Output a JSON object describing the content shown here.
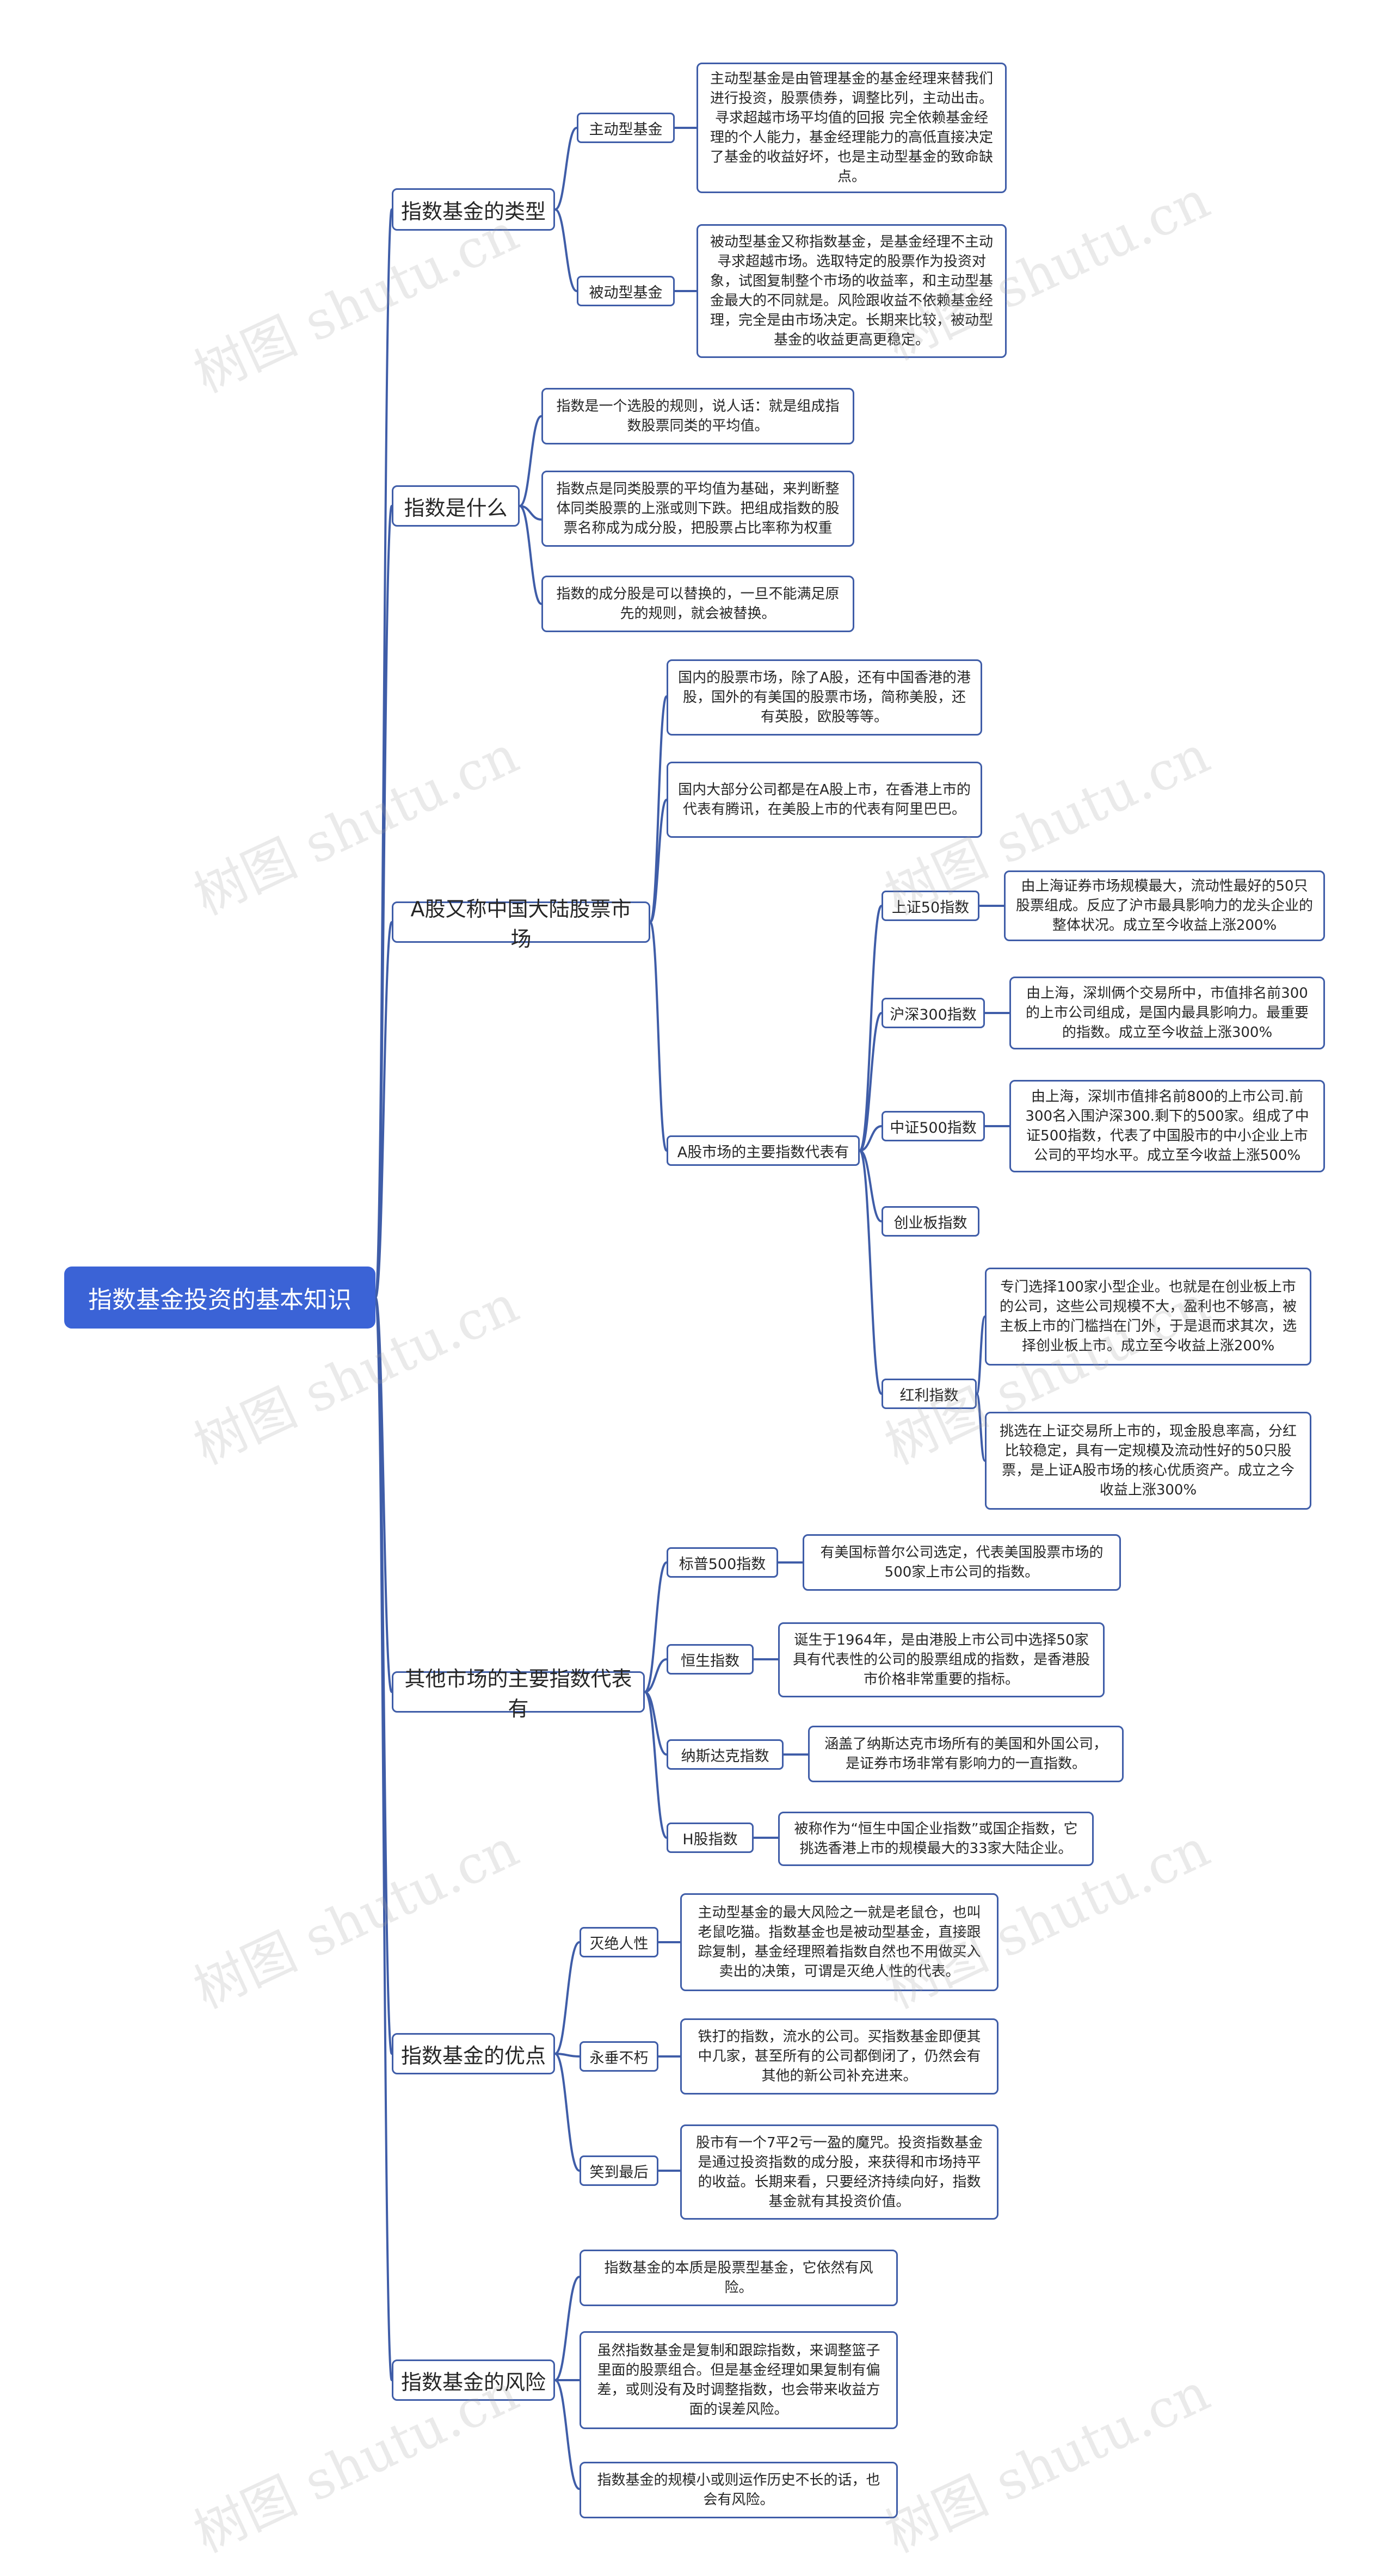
{
  "root": "指数基金投资的基本知识",
  "watermark": "树图 shutu.cn",
  "branches": {
    "types": {
      "label": "指数基金的类型",
      "active": {
        "label": "主动型基金",
        "text": "主动型基金是由管理基金的基金经理来替我们进行投资，股票债券，调整比列，主动出击。寻求超越市场平均值的回报 完全依赖基金经理的个人能力，基金经理能力的高低直接决定了基金的收益好坏，也是主动型基金的致命缺点。"
      },
      "passive": {
        "label": "被动型基金",
        "text": "被动型基金又称指数基金，是基金经理不主动寻求超越市场。选取特定的股票作为投资对象，试图复制整个市场的收益率，和主动型基金最大的不同就是。风险跟收益不依赖基金经理，完全是由市场决定。长期来比较，被动型基金的收益更高更稳定。"
      }
    },
    "what": {
      "label": "指数是什么",
      "items": [
        "指数是一个选股的规则，说人话：就是组成指数股票同类的平均值。",
        "指数点是同类股票的平均值为基础，来判断整体同类股票的上涨或则下跌。把组成指数的股票名称成为成分股，把股票占比率称为权重",
        "指数的成分股是可以替换的，一旦不能满足原先的规则，就会被替换。"
      ]
    },
    "ashare": {
      "label": "A股又称中国大陆股票市场",
      "info1": "国内的股票市场，除了A股，还有中国香港的港股，国外的有美国的股票市场，简称美股，还有英股，欧股等等。",
      "info2": "国内大部分公司都是在A股上市，在香港上市的代表有腾讯，在美股上市的代表有阿里巴巴。",
      "main": {
        "label": "A股市场的主要指数代表有",
        "sz50": {
          "label": "上证50指数",
          "text": "由上海证券市场规模最大，流动性最好的50只股票组成。反应了沪市最具影响力的龙头企业的整体状况。成立至今收益上涨200%"
        },
        "hs300": {
          "label": "沪深300指数",
          "text": "由上海，深圳俩个交易所中，市值排名前300的上市公司组成，是国内最具影响力。最重要的指数。成立至今收益上涨300%"
        },
        "zz500": {
          "label": "中证500指数",
          "text": "由上海，深圳市值排名前800的上市公司.前300名入围沪深300.剩下的500家。组成了中证500指数，代表了中国股市的中小企业上市公司的平均水平。成立至今收益上涨500%"
        },
        "cyb": {
          "label": "创业板指数"
        },
        "hongli": {
          "label": "红利指数",
          "text1": "专门选择100家小型企业。也就是在创业板上市的公司，这些公司规模不大，盈利也不够高，被主板上市的门槛挡在门外，于是退而求其次，选择创业板上市。成立至今收益上涨200%",
          "text2": "挑选在上证交易所上市的，现金股息率高，分红比较稳定，具有一定规模及流动性好的50只股票，是上证A股市场的核心优质资产。成立之今收益上涨300%"
        }
      }
    },
    "other": {
      "label": "其他市场的主要指数代表有",
      "sp500": {
        "label": "标普500指数",
        "text": "有美国标普尔公司选定，代表美国股票市场的500家上市公司的指数。"
      },
      "hsi": {
        "label": "恒生指数",
        "text": "诞生于1964年，是由港股上市公司中选择50家具有代表性的公司的股票组成的指数，是香港股市价格非常重要的指标。"
      },
      "nasdaq": {
        "label": "纳斯达克指数",
        "text": "涵盖了纳斯达克市场所有的美国和外国公司，是证券市场非常有影响力的一直指数。"
      },
      "hshare": {
        "label": "H股指数",
        "text": "被称作为“恒生中国企业指数”或国企指数，它挑选香港上市的规模最大的33家大陆企业。"
      }
    },
    "pros": {
      "label": "指数基金的优点",
      "p1": {
        "label": "灭绝人性",
        "text": "主动型基金的最大风险之一就是老鼠仓，也叫老鼠吃猫。指数基金也是被动型基金，直接跟踪复制，基金经理照着指数自然也不用做买入卖出的决策，可谓是灭绝人性的代表。"
      },
      "p2": {
        "label": "永垂不朽",
        "text": "铁打的指数，流水的公司。买指数基金即便其中几家，甚至所有的公司都倒闭了，仍然会有其他的新公司补充进来。"
      },
      "p3": {
        "label": "笑到最后",
        "text": "股市有一个7平2亏一盈的魔咒。投资指数基金是通过投资指数的成分股，来获得和市场持平的收益。长期来看，只要经济持续向好，指数基金就有其投资价值。"
      }
    },
    "risks": {
      "label": "指数基金的风险",
      "items": [
        "指数基金的本质是股票型基金，它依然有风险。",
        "虽然指数基金是复制和跟踪指数，来调整篮子里面的股票组合。但是基金经理如果复制有偏差，或则没有及时调整指数，也会带来收益方面的误差风险。",
        "指数基金的规模小或则运作历史不长的话，也会有风险。"
      ]
    }
  }
}
